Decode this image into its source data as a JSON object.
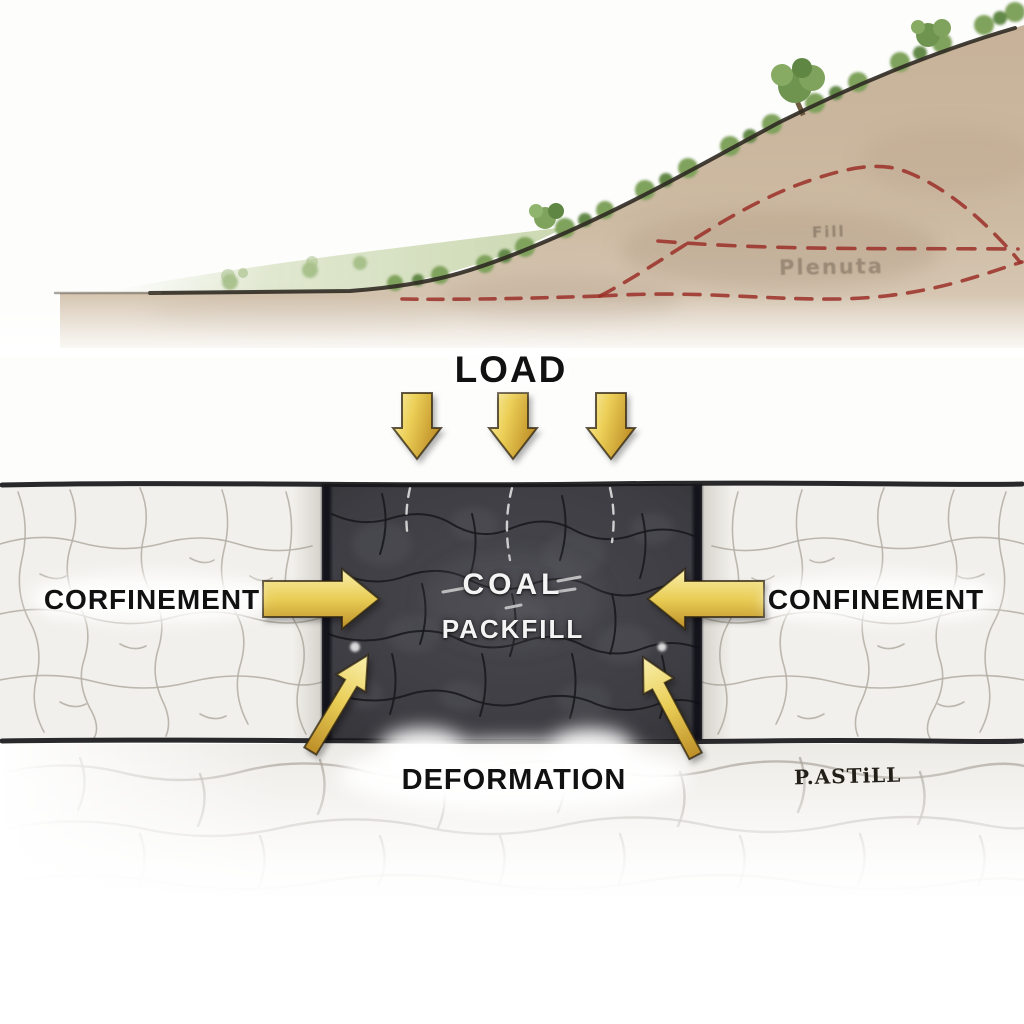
{
  "labels": {
    "load": "LOAD",
    "confinement_left": "CORFINEMENT",
    "confinement_right": "CONFINEMENT",
    "coal_top": "COAL",
    "coal_bottom": "PACKFILL",
    "deformation": "DEFORMATION",
    "signature": "P.ASTiLL",
    "hill_note_line1": "Fill",
    "hill_note_line2": "Plenuta"
  },
  "arrows": {
    "load": {
      "count": 3,
      "direction": "down"
    },
    "confinement_left": {
      "count": 1,
      "direction": "right"
    },
    "confinement_right": {
      "count": 1,
      "direction": "left"
    },
    "deformation": {
      "count": 2,
      "direction": "up-diagonal-into-coal"
    }
  },
  "colors": {
    "arrow_gold_light": "#f9f0ad",
    "arrow_gold": "#e9cd55",
    "arrow_gold_dark": "#c1922a",
    "coal_dark": "#3f3f45",
    "rock_light": "#f2f0ec",
    "earth_tan": "#c9b69d",
    "grass_green": "#7fa25c",
    "fault_dash_red": "#9b2f28",
    "label_black": "#111111",
    "label_white": "#f4f4f4"
  }
}
